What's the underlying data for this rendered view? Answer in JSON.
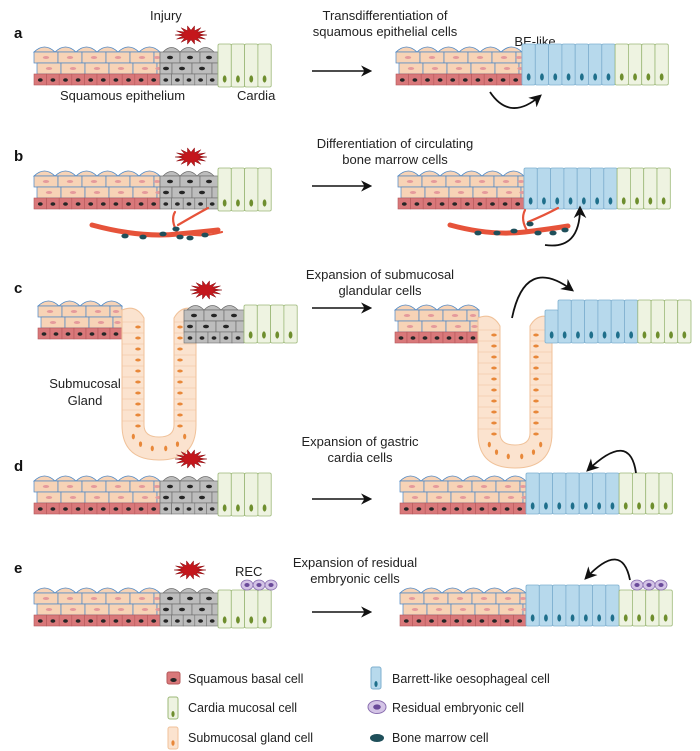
{
  "figure": {
    "panels": [
      {
        "id": "a",
        "title_lines": [
          "Transdifferentiation of",
          "squamous epithelial cells"
        ],
        "labels": {
          "injury": "Injury",
          "squamous": "Squamous epithelium",
          "cardia": "Cardia",
          "result": "BE-like"
        },
        "mechanism": "transdifferentiation"
      },
      {
        "id": "b",
        "title_lines": [
          "Differentiation of circulating",
          "bone marrow cells"
        ],
        "labels": {},
        "mechanism": "bone-marrow"
      },
      {
        "id": "c",
        "title_lines": [
          "Expansion of submucosal",
          "glandular cells"
        ],
        "labels": {
          "gland_line1": "Submucosal",
          "gland_line2": "Gland"
        },
        "mechanism": "gland"
      },
      {
        "id": "d",
        "title_lines": [
          "Expansion of gastric",
          "cardia cells"
        ],
        "labels": {},
        "mechanism": "cardia"
      },
      {
        "id": "e",
        "title_lines": [
          "Expansion of residual",
          "embryonic cells"
        ],
        "labels": {
          "rec": "REC"
        },
        "mechanism": "rec"
      }
    ],
    "legend": [
      {
        "key": "squamous-basal",
        "label": "Squamous basal cell"
      },
      {
        "key": "barrett",
        "label": "Barrett-like oesophageal cell"
      },
      {
        "key": "cardia",
        "label": "Cardia mucosal cell"
      },
      {
        "key": "rec",
        "label": "Residual embryonic cell"
      },
      {
        "key": "gland",
        "label": "Submucosal gland cell"
      },
      {
        "key": "marrow",
        "label": "Bone marrow cell"
      }
    ],
    "colors": {
      "squamous_fill": "#f7d3b6",
      "squamous_stroke": "#4a86c5",
      "squamous_nucleus": "#e59a9c",
      "basal_fill": "#d9787a",
      "basal_stroke": "#b5585a",
      "injured_fill": "#bdbdbd",
      "injured_stroke": "#6f6f6f",
      "dark_nucleus": "#262626",
      "cardia_fill": "#eef3e1",
      "cardia_stroke": "#9cb878",
      "cardia_nucleus": "#6e8e2e",
      "barrett_fill": "#b7d9ec",
      "barrett_stroke": "#7fb0cf",
      "barrett_nucleus": "#1f6f8b",
      "gland_fill": "#fbe3cf",
      "gland_stroke": "#f0c29a",
      "gland_nucleus": "#e8883a",
      "injury": "#c4161c",
      "vessel": "#e6533a",
      "marrow": "#1f4f5a",
      "rec_fill": "#d4c4e6",
      "rec_stroke": "#8a6fb0",
      "rec_nucleus": "#6a4a9a"
    }
  }
}
